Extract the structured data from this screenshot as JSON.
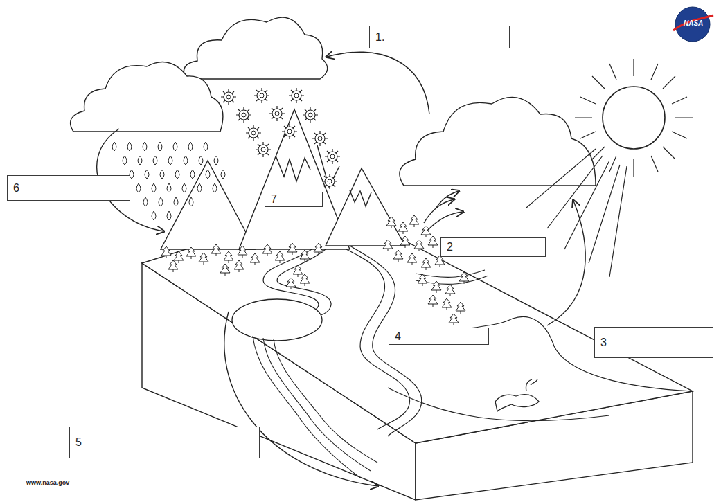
{
  "diagram": {
    "nodes": [
      {
        "text": [
          "1."
        ]
      },
      {
        "text": [
          "6"
        ]
      },
      {
        "text": [
          "7"
        ]
      },
      {
        "text": [
          "2"
        ]
      },
      {
        "text": [
          "4"
        ]
      },
      {
        "text": [
          "3"
        ]
      },
      {
        "text": [
          "5"
        ]
      }
    ],
    "labels": [
      "NASA",
      "www.nasa.gov"
    ]
  }
}
